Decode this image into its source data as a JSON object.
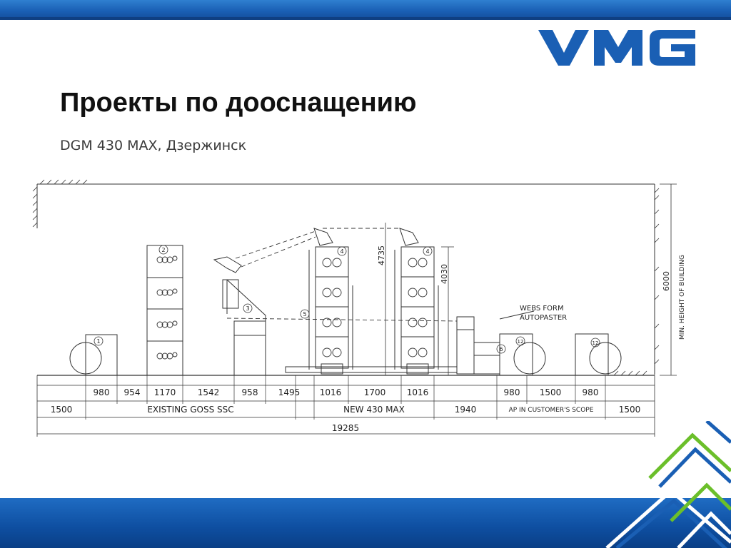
{
  "slide": {
    "title": "Проекты по дооснащению",
    "subtitle": "DGM 430 MAX, Дзержинск"
  },
  "logo": {
    "text": "VMG",
    "color": "#1a5fb4"
  },
  "colors": {
    "bar": "#1a5fb4",
    "accent_green": "#6bbf2a",
    "line": "#333333"
  },
  "drawing": {
    "heights": {
      "tower": "4735",
      "unit": "4030",
      "building": "6000",
      "building_label": "MIN. HEIGHT OF BUILDING"
    },
    "callouts": [
      "1",
      "2",
      "3",
      "4",
      "4",
      "5",
      "6",
      "12",
      "12"
    ],
    "annotation_lines": [
      "WEBS FORM",
      "AUTOPASTER"
    ],
    "dimensions_row1": [
      "980",
      "954",
      "1170",
      "1542",
      "958",
      "1495",
      "1016",
      "1700",
      "1016",
      "980",
      "1500",
      "980"
    ],
    "dimensions_row2": [
      "1500",
      "EXISTING GOSS SSC",
      "NEW 430 MAX",
      "1940",
      "AP IN CUSTOMER'S SCOPE",
      "1500"
    ],
    "total": "19285"
  }
}
